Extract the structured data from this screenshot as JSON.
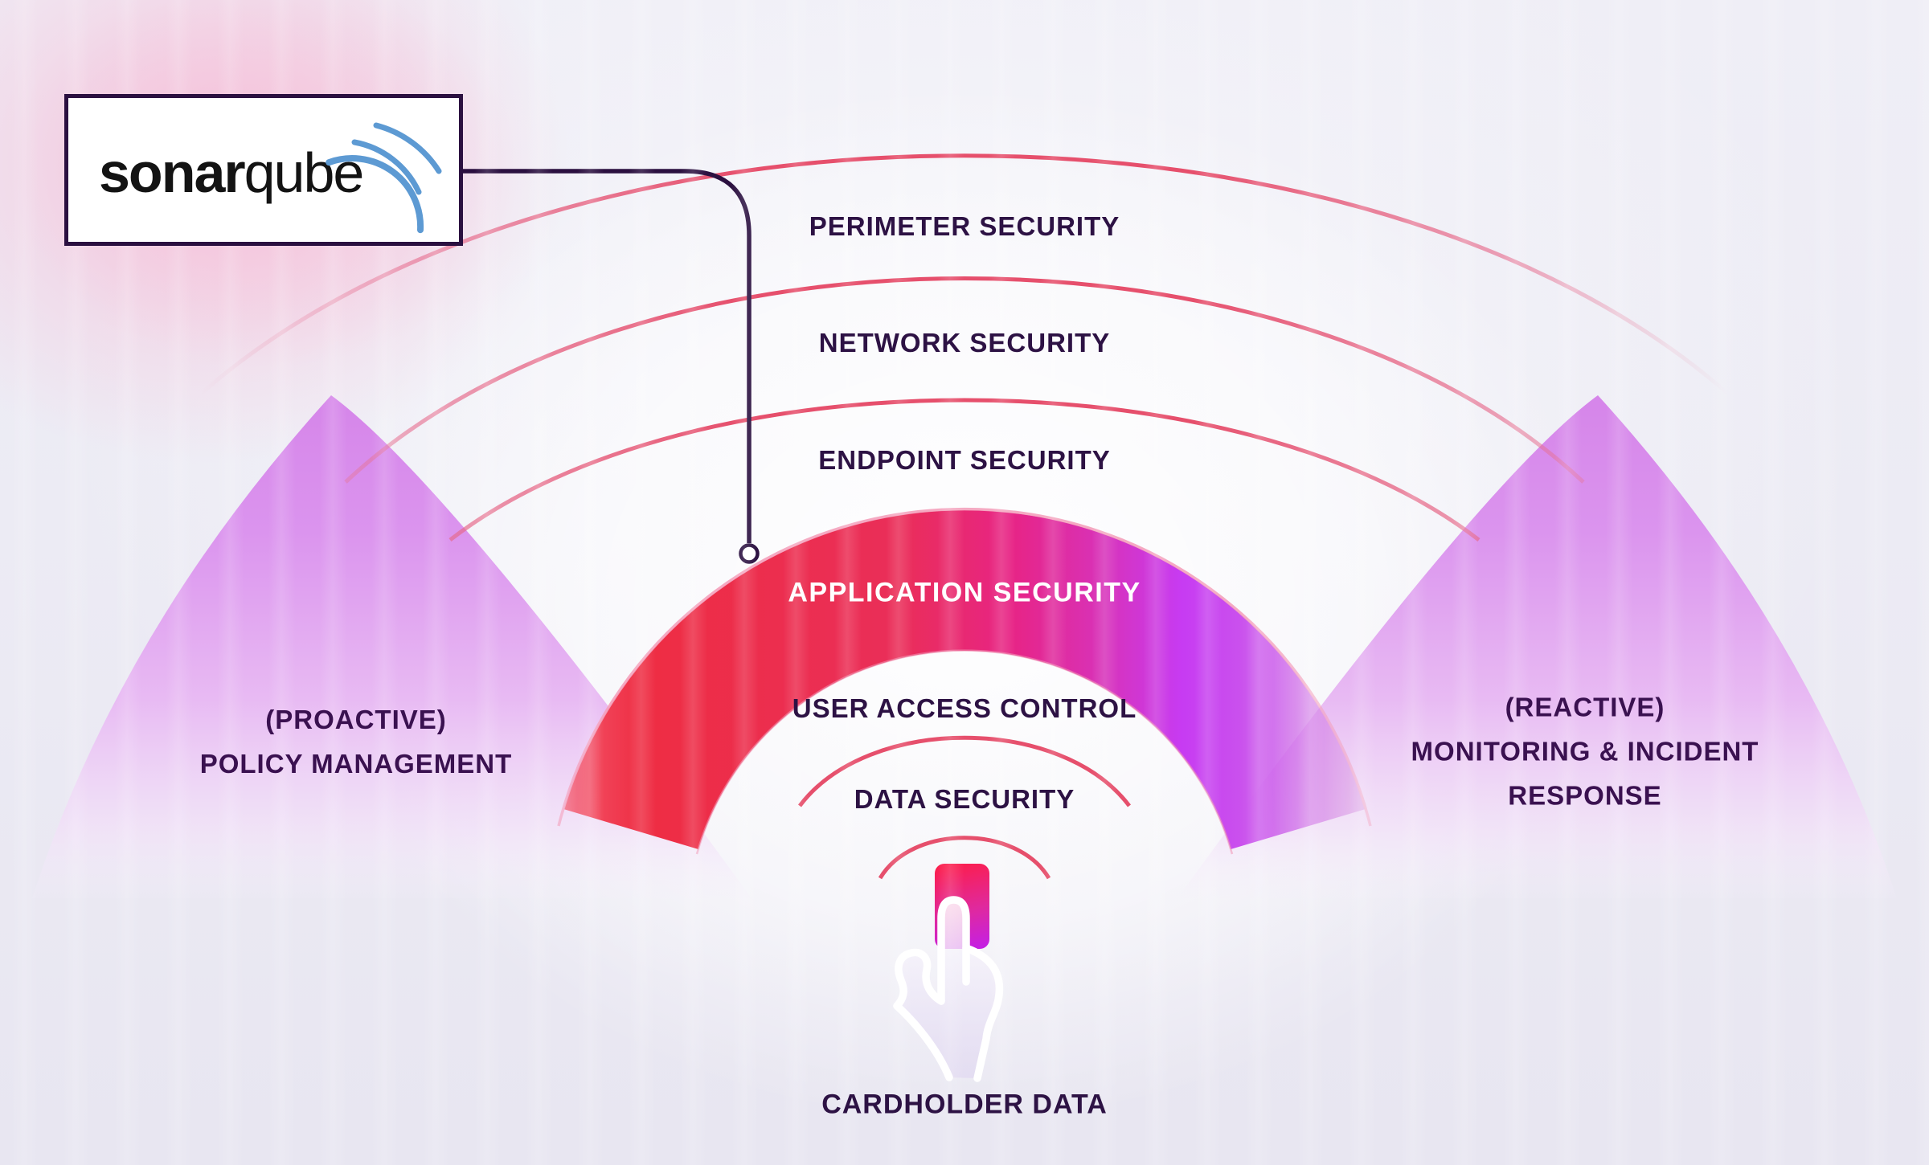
{
  "logo": {
    "brand_bold": "sonar",
    "brand_light": "qube",
    "icon": "sonar-waves-icon"
  },
  "security_layers": [
    {
      "label": "PERIMETER SECURITY",
      "highlighted": false
    },
    {
      "label": "NETWORK SECURITY",
      "highlighted": false
    },
    {
      "label": "ENDPOINT SECURITY",
      "highlighted": false
    },
    {
      "label": "APPLICATION SECURITY",
      "highlighted": true
    },
    {
      "label": "USER ACCESS CONTROL",
      "highlighted": false
    },
    {
      "label": "DATA SECURITY",
      "highlighted": false
    }
  ],
  "core": {
    "label": "CARDHOLDER DATA",
    "icon": "touch-hand-icon"
  },
  "side_sections": {
    "left": {
      "tag": "(PROACTIVE)",
      "line1": "POLICY MANAGEMENT"
    },
    "right": {
      "tag": "(REACTIVE)",
      "line1": "MONITORING & INCIDENT",
      "line2": "RESPONSE"
    }
  },
  "colors": {
    "dark": "#2b1040",
    "label": "#2d1244",
    "wedge_text": "#3a1150",
    "arc_pink": "#e64f6c",
    "band_red": "#ee2d43",
    "band_magenta": "#e72486",
    "band_purple": "#c73bf2",
    "wedge_purple": "#d584e9",
    "wave_blue": "#5d9ad3",
    "card_top": "#fb1e4e",
    "card_bottom": "#c520e2",
    "band_text": "#ffffff"
  }
}
